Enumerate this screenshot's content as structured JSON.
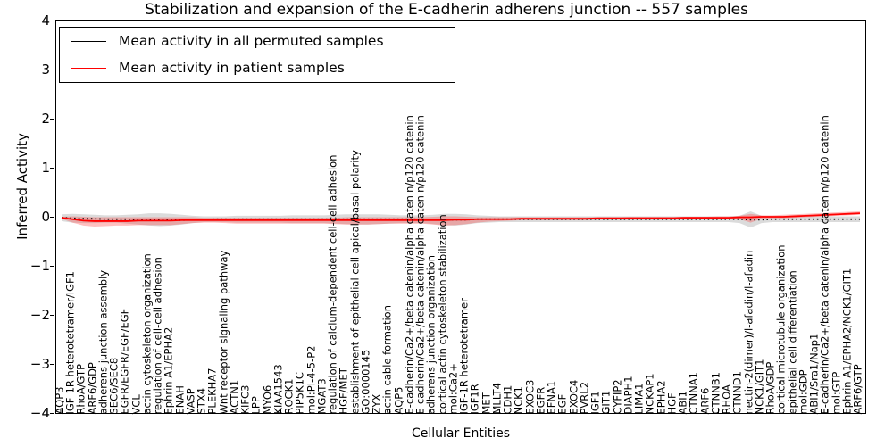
{
  "chart_data": {
    "type": "line",
    "title": "Stabilization and expansion of the E-cadherin adherens junction -- 557 samples",
    "xlabel": "Cellular Entities",
    "ylabel": "Inferred Activity",
    "ylim": [
      -4,
      4
    ],
    "yticks": [
      -4,
      -3,
      -2,
      -1,
      0,
      1,
      2,
      3,
      4
    ],
    "ytick_labels": [
      "−4",
      "−3",
      "−2",
      "−1",
      "0",
      "1",
      "2",
      "3",
      "4"
    ],
    "grid": false,
    "legend_position": "upper left",
    "categories": [
      "AQP3",
      "IGF-1R heterotetramer/IGF1",
      "RhoA/GTP",
      "ARF6/GDP",
      "adherens junction assembly",
      "SEC6/SEC8",
      "EGFR/EGFR/EGF/EGF",
      "VCL",
      "actin cytoskeleton organization",
      "regulation of cell-cell adhesion",
      "Ephrin A1/EPHA2",
      "ENAH",
      "VASP",
      "STX4",
      "PLEKHA7",
      "Wnt receptor signaling pathway",
      "ACTN1",
      "KIFC3",
      "LPP",
      "MYO6",
      "KIAA1543",
      "ROCK1",
      "PIP5K1C",
      "mol:PI-4-5-P2",
      "MGAT3",
      "regulation of calcium-dependent cell-cell adhesion",
      "HGF/MET",
      "establishment of epithelial cell apical/basal polarity",
      "GO:0000145",
      "ZYX",
      "actin cable formation",
      "AQP5",
      "E-cadherin/Ca2+/beta catenin/alpha catenin/p120 catenin",
      "E-cadherin/Ca2+/beta catenin/alpha catenin/p120 catenin",
      "adherens junction organization",
      "cortical actin cytoskeleton stabilization",
      "mol:Ca2+",
      "IGF-1R heterotetramer",
      "IGF1R",
      "MET",
      "MLLT4",
      "CDH1",
      "NCK1",
      "EXOC3",
      "EGFR",
      "EFNA1",
      "EGF",
      "EXOC4",
      "PVRL2",
      "IGF1",
      "GIT1",
      "CYFIP2",
      "DIAPH1",
      "LIMA1",
      "NCKAP1",
      "EPHA2",
      "HGF",
      "ABI1",
      "CTNNA1",
      "ARF6",
      "CTNNB1",
      "RHOA",
      "CTNND1",
      "nectin-2(dimer)/l-afadin/l-afadin",
      "NCK1/GIT1",
      "RhoA/GDP",
      "cortical microtubule organization",
      "epithelial cell differentiation",
      "mol:GDP",
      "ABI1/Sra1/Nap1",
      "E-cadherin/Ca2+/beta catenin/alpha catenin/p120 catenin",
      "mol:GTP",
      "Ephrin A1/EPHA2/NCK1/GIT1",
      "ARF6/GTP"
    ],
    "series": [
      {
        "name": "Mean activity in all permuted samples",
        "color": "#000000",
        "style": "dotted",
        "values": [
          -0.02,
          -0.03,
          -0.04,
          -0.04,
          -0.05,
          -0.05,
          -0.05,
          -0.06,
          -0.06,
          -0.07,
          -0.07,
          -0.07,
          -0.06,
          -0.06,
          -0.05,
          -0.05,
          -0.05,
          -0.05,
          -0.05,
          -0.05,
          -0.05,
          -0.05,
          -0.05,
          -0.05,
          -0.05,
          -0.05,
          -0.05,
          -0.05,
          -0.05,
          -0.05,
          -0.05,
          -0.05,
          -0.05,
          -0.05,
          -0.06,
          -0.06,
          -0.06,
          -0.06,
          -0.05,
          -0.05,
          -0.05,
          -0.05,
          -0.05,
          -0.05,
          -0.05,
          -0.05,
          -0.05,
          -0.05,
          -0.05,
          -0.05,
          -0.05,
          -0.05,
          -0.05,
          -0.05,
          -0.05,
          -0.05,
          -0.05,
          -0.05,
          -0.05,
          -0.05,
          -0.05,
          -0.05,
          -0.05,
          -0.06,
          -0.06,
          -0.05,
          -0.05,
          -0.05,
          -0.05,
          -0.05,
          -0.05,
          -0.05,
          -0.05,
          -0.05
        ]
      },
      {
        "name": "Mean activity in patient samples",
        "color": "#ff0000",
        "style": "solid",
        "values": [
          -0.02,
          -0.05,
          -0.08,
          -0.09,
          -0.09,
          -0.09,
          -0.09,
          -0.08,
          -0.08,
          -0.08,
          -0.08,
          -0.07,
          -0.07,
          -0.07,
          -0.07,
          -0.07,
          -0.07,
          -0.07,
          -0.07,
          -0.07,
          -0.07,
          -0.07,
          -0.07,
          -0.07,
          -0.07,
          -0.07,
          -0.07,
          -0.07,
          -0.07,
          -0.07,
          -0.07,
          -0.07,
          -0.07,
          -0.07,
          -0.07,
          -0.07,
          -0.06,
          -0.06,
          -0.05,
          -0.05,
          -0.05,
          -0.05,
          -0.04,
          -0.04,
          -0.04,
          -0.04,
          -0.04,
          -0.04,
          -0.04,
          -0.03,
          -0.03,
          -0.03,
          -0.03,
          -0.03,
          -0.03,
          -0.03,
          -0.03,
          -0.02,
          -0.02,
          -0.02,
          -0.02,
          -0.02,
          -0.01,
          -0.01,
          0.0,
          0.0,
          0.0,
          0.01,
          0.02,
          0.03,
          0.04,
          0.05,
          0.06,
          0.07
        ]
      }
    ],
    "bands": [
      {
        "name": "permuted-samples-band",
        "color": "#b0b0b0",
        "opacity": 0.45,
        "lower": [
          -0.09,
          -0.12,
          -0.13,
          -0.13,
          -0.12,
          -0.12,
          -0.14,
          -0.16,
          -0.18,
          -0.19,
          -0.18,
          -0.16,
          -0.13,
          -0.11,
          -0.11,
          -0.11,
          -0.12,
          -0.12,
          -0.12,
          -0.12,
          -0.12,
          -0.13,
          -0.13,
          -0.13,
          -0.13,
          -0.14,
          -0.15,
          -0.16,
          -0.16,
          -0.15,
          -0.14,
          -0.13,
          -0.13,
          -0.13,
          -0.15,
          -0.17,
          -0.18,
          -0.16,
          -0.13,
          -0.12,
          -0.11,
          -0.11,
          -0.11,
          -0.11,
          -0.11,
          -0.11,
          -0.11,
          -0.11,
          -0.11,
          -0.11,
          -0.11,
          -0.11,
          -0.11,
          -0.11,
          -0.11,
          -0.11,
          -0.11,
          -0.11,
          -0.11,
          -0.11,
          -0.11,
          -0.11,
          -0.13,
          -0.22,
          -0.13,
          -0.11,
          -0.11,
          -0.11,
          -0.11,
          -0.11,
          -0.11,
          -0.11,
          -0.11,
          -0.11
        ],
        "upper": [
          0.05,
          0.06,
          0.05,
          0.04,
          0.03,
          0.03,
          0.04,
          0.05,
          0.07,
          0.07,
          0.06,
          0.04,
          0.02,
          0.01,
          0.01,
          0.01,
          0.02,
          0.02,
          0.02,
          0.02,
          0.02,
          0.03,
          0.03,
          0.03,
          0.03,
          0.04,
          0.05,
          0.05,
          0.05,
          0.05,
          0.04,
          0.03,
          0.03,
          0.03,
          0.04,
          0.06,
          0.06,
          0.05,
          0.03,
          0.02,
          0.01,
          0.01,
          0.01,
          0.01,
          0.01,
          0.01,
          0.01,
          0.01,
          0.01,
          0.01,
          0.01,
          0.01,
          0.01,
          0.01,
          0.01,
          0.01,
          0.01,
          0.01,
          0.01,
          0.01,
          0.01,
          0.01,
          0.02,
          0.11,
          0.02,
          0.01,
          0.01,
          0.01,
          0.01,
          0.01,
          0.01,
          0.01,
          0.01,
          0.01
        ]
      },
      {
        "name": "patient-samples-band",
        "color": "#ff3b3b",
        "opacity": 0.32,
        "lower": [
          -0.04,
          -0.12,
          -0.18,
          -0.2,
          -0.19,
          -0.18,
          -0.18,
          -0.17,
          -0.17,
          -0.17,
          -0.17,
          -0.15,
          -0.13,
          -0.12,
          -0.12,
          -0.13,
          -0.14,
          -0.14,
          -0.14,
          -0.14,
          -0.14,
          -0.14,
          -0.14,
          -0.14,
          -0.14,
          -0.15,
          -0.16,
          -0.16,
          -0.16,
          -0.15,
          -0.14,
          -0.14,
          -0.14,
          -0.14,
          -0.16,
          -0.18,
          -0.17,
          -0.15,
          -0.12,
          -0.1,
          -0.09,
          -0.08,
          -0.07,
          -0.07,
          -0.07,
          -0.07,
          -0.07,
          -0.07,
          -0.07,
          -0.06,
          -0.06,
          -0.06,
          -0.06,
          -0.06,
          -0.06,
          -0.06,
          -0.06,
          -0.05,
          -0.05,
          -0.05,
          -0.05,
          -0.05,
          -0.05,
          -0.12,
          -0.04,
          -0.03,
          -0.03,
          -0.02,
          -0.01,
          0.0,
          0.01,
          0.02,
          0.03,
          0.04
        ],
        "upper": [
          0.0,
          0.01,
          0.0,
          -0.01,
          -0.01,
          -0.01,
          -0.01,
          -0.01,
          -0.01,
          -0.01,
          -0.01,
          -0.01,
          -0.01,
          -0.02,
          -0.02,
          -0.02,
          -0.02,
          -0.02,
          -0.02,
          -0.02,
          -0.02,
          -0.02,
          -0.02,
          -0.02,
          -0.02,
          -0.02,
          -0.01,
          -0.01,
          -0.01,
          -0.01,
          -0.01,
          -0.01,
          -0.01,
          -0.01,
          0.0,
          0.01,
          0.01,
          0.0,
          -0.01,
          -0.01,
          -0.01,
          -0.01,
          -0.01,
          -0.01,
          -0.01,
          -0.01,
          -0.01,
          -0.01,
          -0.01,
          -0.01,
          -0.01,
          -0.01,
          0.0,
          0.0,
          0.0,
          0.0,
          0.0,
          0.0,
          0.0,
          0.0,
          0.01,
          0.01,
          0.02,
          0.06,
          0.03,
          0.03,
          0.04,
          0.05,
          0.06,
          0.07,
          0.08,
          0.09,
          0.1,
          0.11
        ]
      }
    ]
  },
  "legend": {
    "items": [
      {
        "label": "Mean activity in all permuted samples",
        "color": "#000000"
      },
      {
        "label": "Mean activity in patient samples",
        "color": "#ff0000"
      }
    ]
  }
}
